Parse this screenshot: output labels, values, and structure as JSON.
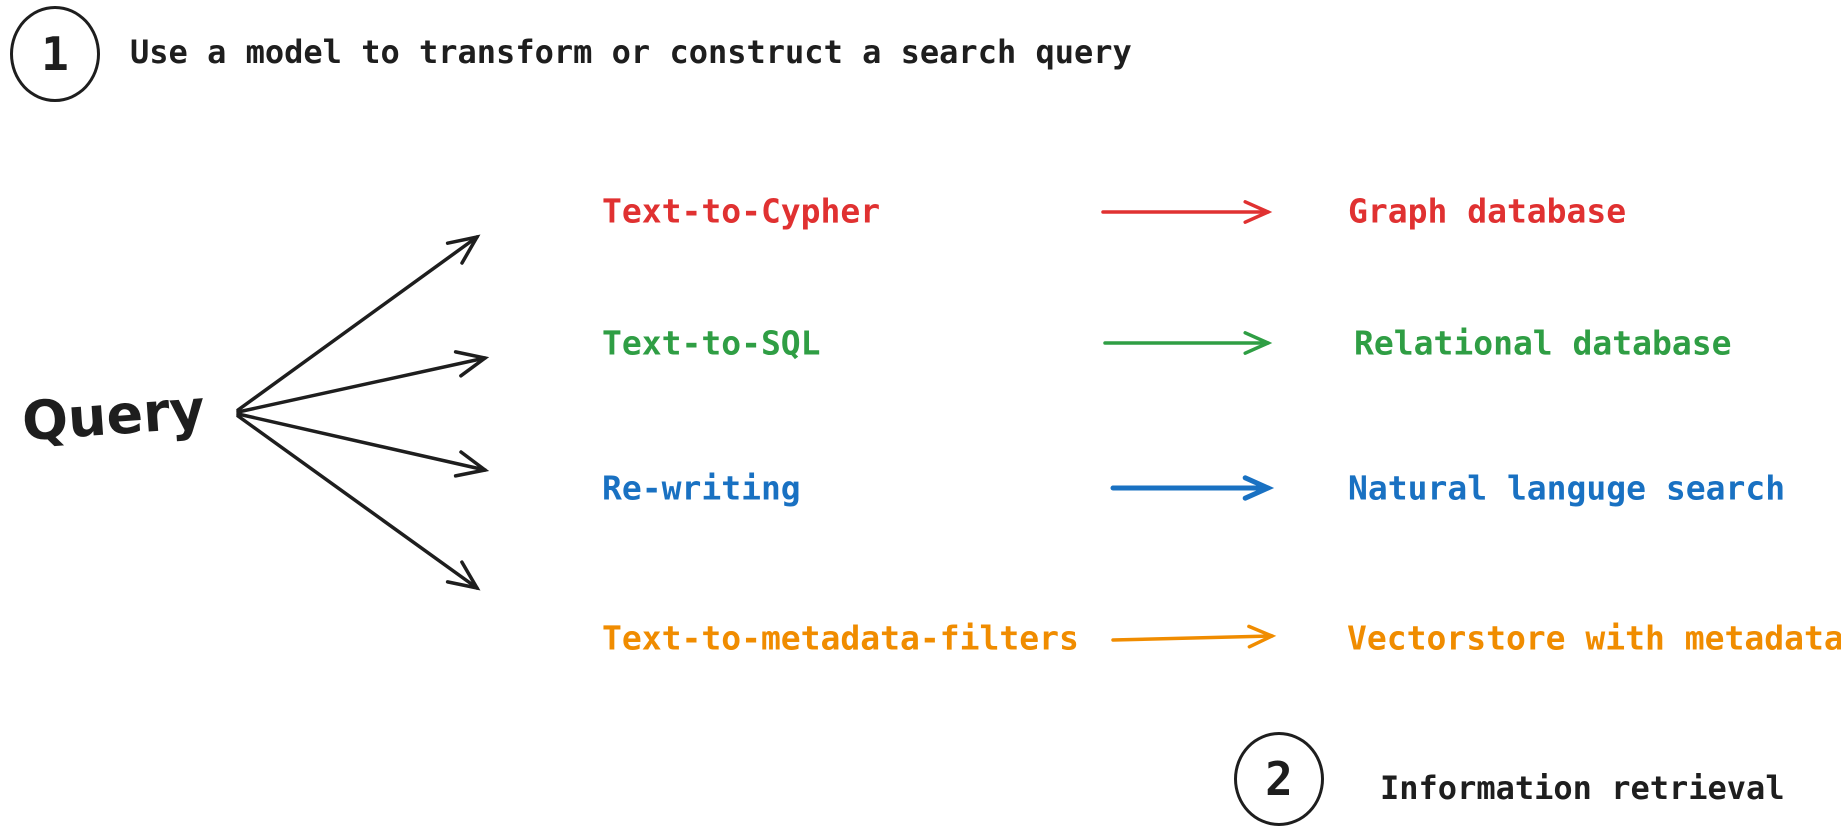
{
  "colors": {
    "black": "#1e1e1e",
    "red": "#e03131",
    "green": "#2f9e44",
    "blue": "#1971c2",
    "orange": "#f08c00"
  },
  "step1": {
    "number": "1",
    "label": "Use a model to transform or construct a search query"
  },
  "step2": {
    "number": "2",
    "label": "Information retrieval"
  },
  "query_label": "Query",
  "rows": [
    {
      "method": "Text-to-Cypher",
      "target": "Graph database",
      "color": "#e03131"
    },
    {
      "method": "Text-to-SQL",
      "target": "Relational database",
      "color": "#2f9e44"
    },
    {
      "method": "Re-writing",
      "target": "Natural languge search",
      "color": "#1971c2"
    },
    {
      "method": "Text-to-metadata-filters",
      "target": "Vectorstore with metadata",
      "color": "#f08c00"
    }
  ]
}
